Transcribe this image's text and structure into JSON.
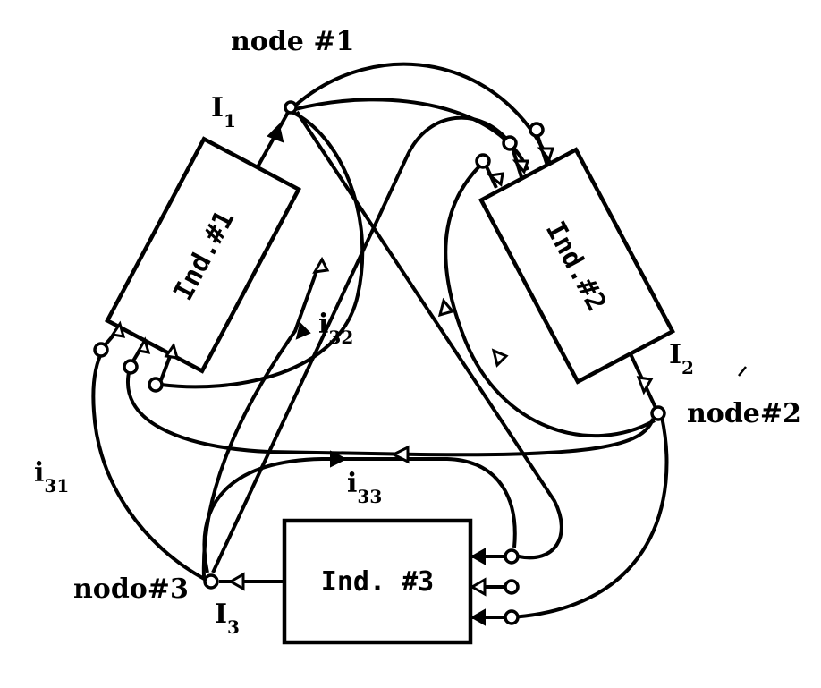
{
  "labels": {
    "node1": "node #1",
    "node2": "node#2",
    "node3": "nodo#3",
    "I1": "I",
    "I1_sub": "1",
    "I2": "I",
    "I2_sub": "2",
    "I3": "I",
    "I3_sub": "3",
    "i31": "i",
    "i31_sub": "31",
    "i32": "i",
    "i32_sub": "32",
    "i33": "i",
    "i33_sub": "33"
  },
  "boxes": {
    "ind1": "Ind.#1",
    "ind2": "Ind.#2",
    "ind3": "Ind. #3"
  }
}
